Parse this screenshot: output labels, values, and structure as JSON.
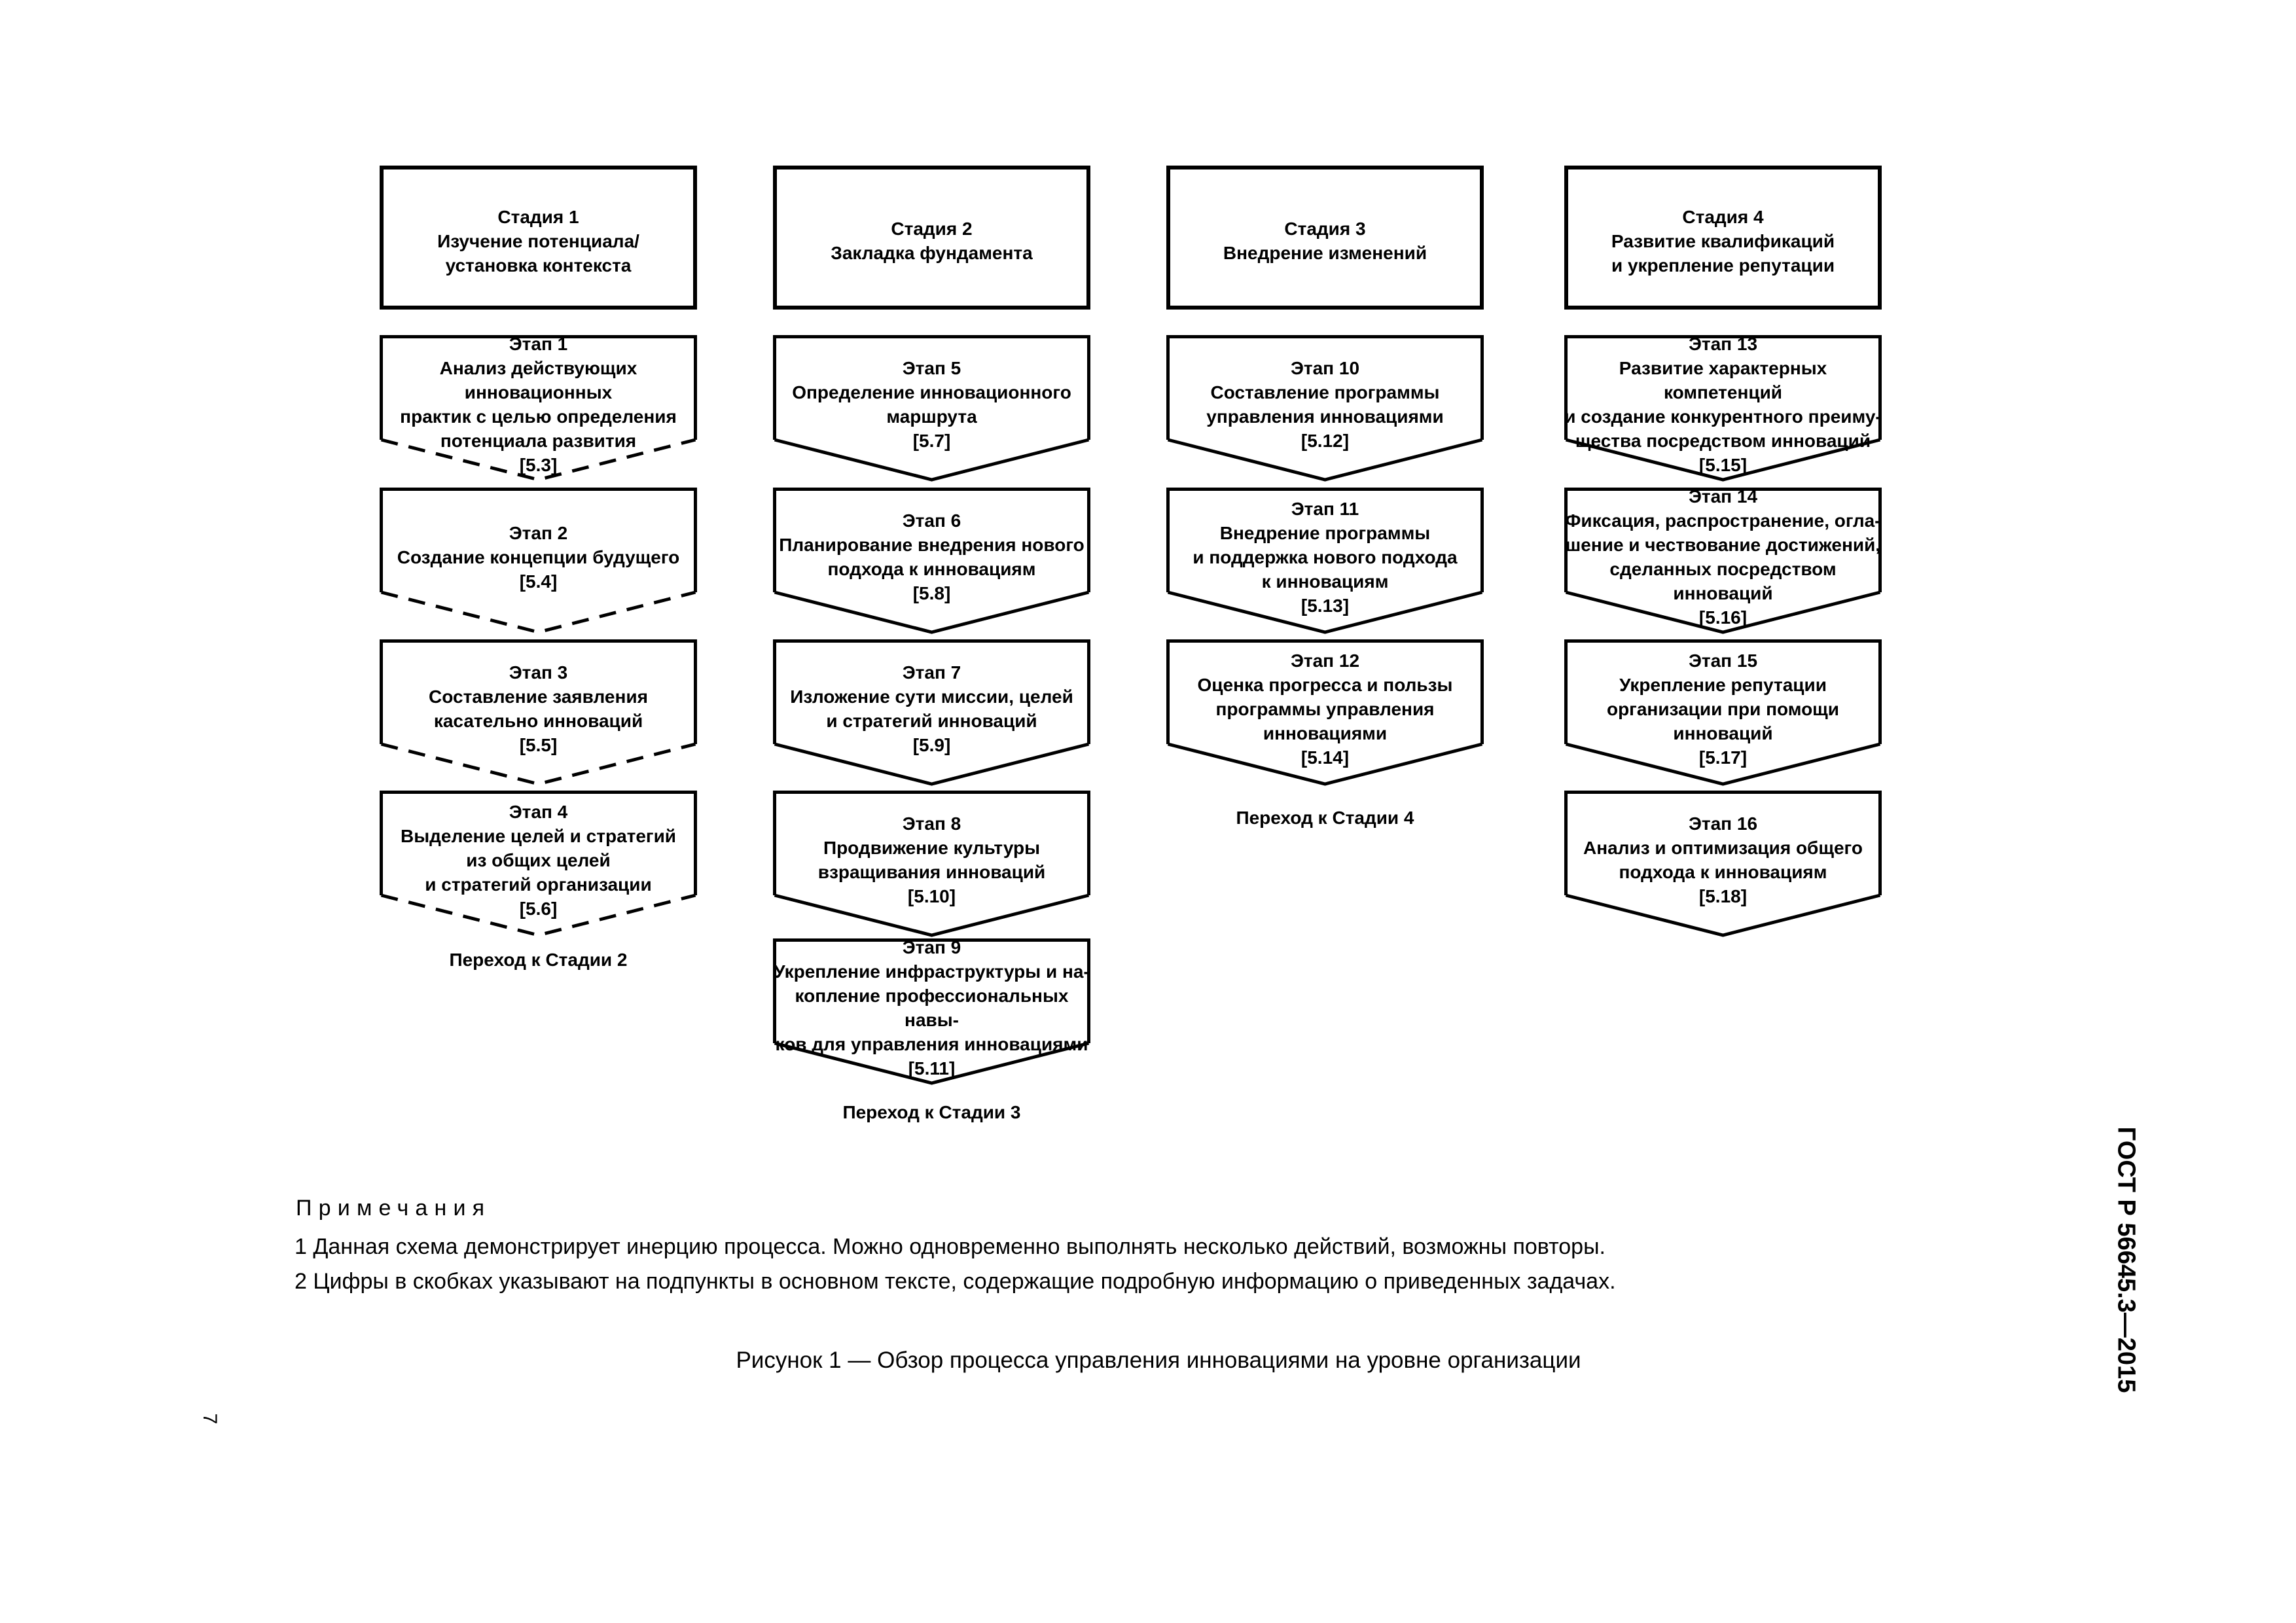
{
  "page": {
    "doc_code": "ГОСТ Р 56645.3—2015",
    "page_number": "7",
    "notes_title": "Примечания",
    "notes": [
      "1 Данная схема демонстрирует инерцию процесса. Можно одновременно выполнять несколько действий, возможны повторы.",
      "2 Цифры в скобках указывают на подпункты в основном тексте, содержащие подробную информацию о приведенных задачах."
    ],
    "caption": "Рисунок 1 — Обзор процесса управления инновациями на уровне организации"
  },
  "columns": [
    {
      "stage": {
        "text": "Стадия 1\nИзучение потенциала/\nустановка контекста"
      },
      "steps": [
        {
          "text": "Этап 1\nАнализ действующих инновационных\nпрактик с целью определения\nпотенциала развития\n[5.3]"
        },
        {
          "text": "Этап 2\nСоздание концепции будущего\n[5.4]"
        },
        {
          "text": "Этап 3\nСоставление заявления\nкасательно инноваций\n[5.5]"
        },
        {
          "text": "Этап 4\nВыделение целей и стратегий\nиз общих целей\nи стратегий организации\n[5.6]"
        }
      ],
      "transition": "Переход к Стадии 2"
    },
    {
      "stage": {
        "text": "Стадия 2\nЗакладка фундамента"
      },
      "steps": [
        {
          "text": "Этап 5\nОпределение инновационного\nмаршрута\n[5.7]"
        },
        {
          "text": "Этап 6\nПланирование внедрения нового\nподхода к инновациям\n[5.8]"
        },
        {
          "text": "Этап 7\nИзложение сути миссии, целей\nи стратегий инноваций\n[5.9]"
        },
        {
          "text": "Этап 8\nПродвижение культуры\nвзращивания инноваций\n[5.10]"
        },
        {
          "text": "Этап 9\nУкрепление инфраструктуры и на-\nкопление профессиональных навы-\nков для управления инновациями\n[5.11]"
        }
      ],
      "transition": "Переход к Стадии 3"
    },
    {
      "stage": {
        "text": "Стадия 3\nВнедрение изменений"
      },
      "steps": [
        {
          "text": "Этап 10\nСоставление программы\nуправления инновациями\n[5.12]"
        },
        {
          "text": "Этап 11\nВнедрение программы\nи поддержка нового подхода\nк инновациям\n[5.13]"
        },
        {
          "text": "Этап 12\nОценка прогресса и пользы\nпрограммы управления\nинновациями\n[5.14]"
        }
      ],
      "transition": "Переход к Стадии 4"
    },
    {
      "stage": {
        "text": "Стадия 4\nРазвитие квалификаций\nи укрепление репутации"
      },
      "steps": [
        {
          "text": "Этап 13\nРазвитие характерных компетенций\nи создание конкурентного преиму-\nщества посредством инноваций\n[5.15]"
        },
        {
          "text": "Этап 14\nФиксация, распространение, огла-\nшение и чествование достижений,\nсделанных посредством инноваций\n[5.16]"
        },
        {
          "text": "Этап 15\nУкрепление репутации\nорганизации при помощи\nинноваций\n[5.17]"
        },
        {
          "text": "Этап 16\nАнализ и оптимизация общего\nподхода к инновациям\n[5.18]"
        }
      ]
    }
  ]
}
